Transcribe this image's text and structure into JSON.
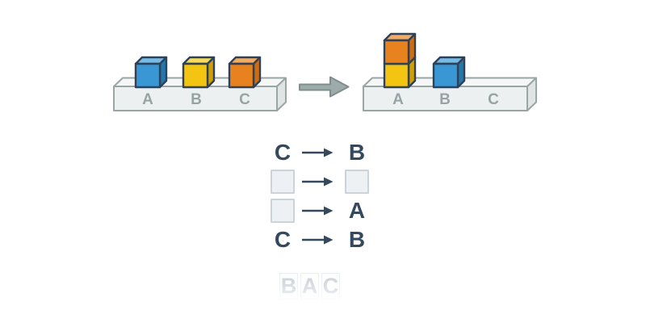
{
  "before_diagram": {
    "labels": [
      "A",
      "B",
      "C"
    ],
    "blocks": [
      {
        "color": "blue",
        "position": "A",
        "level": 1
      },
      {
        "color": "yellow",
        "position": "B",
        "level": 1
      },
      {
        "color": "orange",
        "position": "C",
        "level": 1
      }
    ]
  },
  "after_diagram": {
    "labels": [
      "A",
      "B",
      "C"
    ],
    "blocks": [
      {
        "color": "yellow",
        "position": "A",
        "level": 1
      },
      {
        "color": "orange",
        "position": "A",
        "level": 2
      },
      {
        "color": "blue",
        "position": "B",
        "level": 1
      }
    ]
  },
  "moves": [
    {
      "from": "C",
      "to": "B"
    },
    {
      "from": null,
      "to": null
    },
    {
      "from": null,
      "to": "A"
    },
    {
      "from": "C",
      "to": "B"
    }
  ],
  "tiles": [
    "B",
    "A",
    "C"
  ],
  "colors": {
    "cube_outline": "#2e4156",
    "blue": {
      "front": "#3b97d3",
      "top": "#79bbe7",
      "side": "#2578ab"
    },
    "yellow": {
      "front": "#f3c512",
      "top": "#f8da59",
      "side": "#d09f06"
    },
    "orange": {
      "front": "#e8821f",
      "top": "#f2ab64",
      "side": "#cd6c12"
    },
    "platform": {
      "front": "#edf0f0",
      "top": "#f5f7f7",
      "side": "#e0e4e4",
      "outline": "#9aa5a6",
      "label": "#98a3a6"
    },
    "big_arrow": {
      "fill": "#9dabaa",
      "outline": "#7f8d8c"
    },
    "move_text": "#34495e",
    "slot": {
      "fill": "#eef1f3",
      "border": "#ccd4d9"
    },
    "tile": {
      "text": "#b2bcc7",
      "border": "#e2e7ea"
    }
  }
}
